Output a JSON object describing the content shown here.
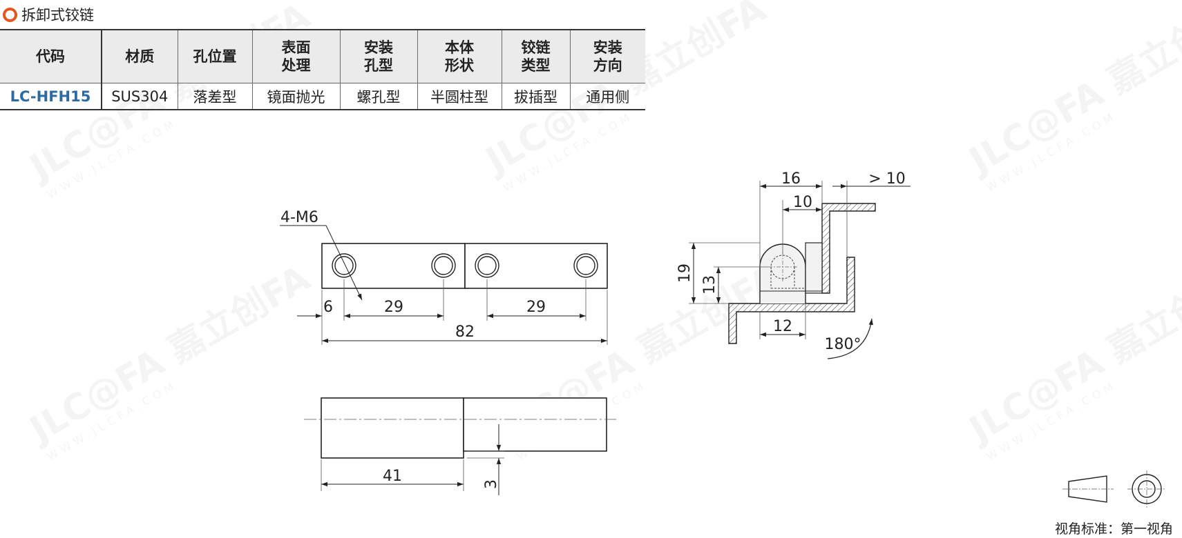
{
  "section_title": "拆卸式铰链",
  "table": {
    "headers": [
      [
        "代码"
      ],
      [
        "材质"
      ],
      [
        "孔位置"
      ],
      [
        "表面",
        "处理"
      ],
      [
        "安装",
        "孔型"
      ],
      [
        "本体",
        "形状"
      ],
      [
        "铰链",
        "类型"
      ],
      [
        "安装",
        "方向"
      ]
    ],
    "row": [
      "LC-HFH15",
      "SUS304",
      "落差型",
      "镜面抛光",
      "螺孔型",
      "半圆柱型",
      "拔插型",
      "通用侧"
    ]
  },
  "front_view": {
    "hole_label": "4-M6",
    "dims": {
      "overall": "82",
      "edge": "6",
      "pitch_left": "29",
      "pitch_right": "29"
    }
  },
  "bottom_view": {
    "dims": {
      "length": "41",
      "offset": "3"
    }
  },
  "side_view": {
    "dims": {
      "width": "16",
      "gap": "> 10",
      "center": "10",
      "height": "19",
      "center_height": "13",
      "base": "12",
      "angle": "180°"
    }
  },
  "projection_label": "视角标准：第一视角",
  "watermark": {
    "brand": "JLC@FA",
    "cn": "嘉立创FA",
    "url": "WWW.JLCFA.COM"
  },
  "colors": {
    "accent_ring": "#e8551c",
    "code_text": "#2c6aa3",
    "header_bg": "#ebebeb"
  }
}
